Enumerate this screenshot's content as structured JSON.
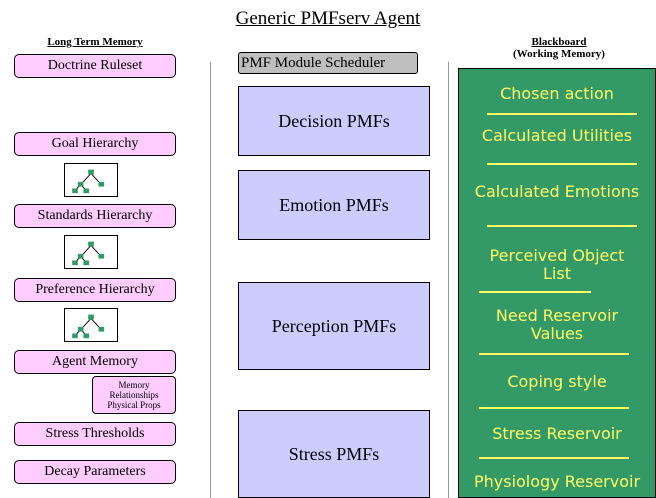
{
  "title": "Generic PMFserv Agent",
  "long_term_memory": {
    "heading": "Long Term Memory",
    "items": [
      "Doctrine Ruleset",
      "Goal Hierarchy",
      "Standards Hierarchy",
      "Preference Hierarchy",
      "Agent Memory",
      "Stress Thresholds",
      "Decay Parameters"
    ],
    "agent_memory_details": [
      "Memory",
      "Relationships",
      "Physical Props"
    ],
    "tree_icon": "hierarchy-tree-icon"
  },
  "scheduler": {
    "label": "PMF Module Scheduler"
  },
  "pmf_modules": [
    "Decision PMFs",
    "Emotion PMFs",
    "Perception PMFs",
    "Stress PMFs"
  ],
  "blackboard": {
    "heading": "Blackboard",
    "subheading": "(Working Memory)",
    "items": [
      "Chosen action",
      "Calculated Utilities",
      "Calculated Emotions",
      "Perceived Object List",
      "Need Reservoir Values",
      "Coping style",
      "Stress Reservoir",
      "Physiology Reservoir"
    ]
  },
  "colors": {
    "ltm_box": "#ffccff",
    "pmf_box": "#ccccff",
    "blackboard": "#339966",
    "blackboard_text": "#ffff66",
    "scheduler": "#bfbfbf"
  }
}
